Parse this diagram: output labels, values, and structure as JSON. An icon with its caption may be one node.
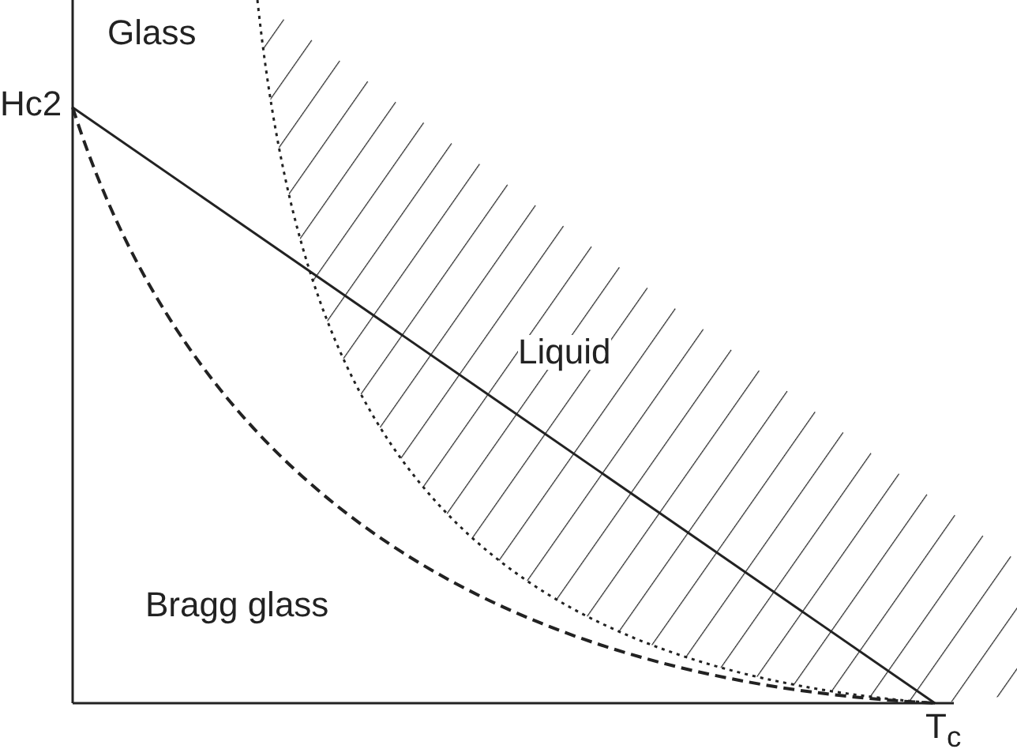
{
  "diagram": {
    "labels": [
      "Glass",
      "Hc2",
      "Liquid",
      "Bragg glass",
      "T$_{c}$"
    ]
  }
}
